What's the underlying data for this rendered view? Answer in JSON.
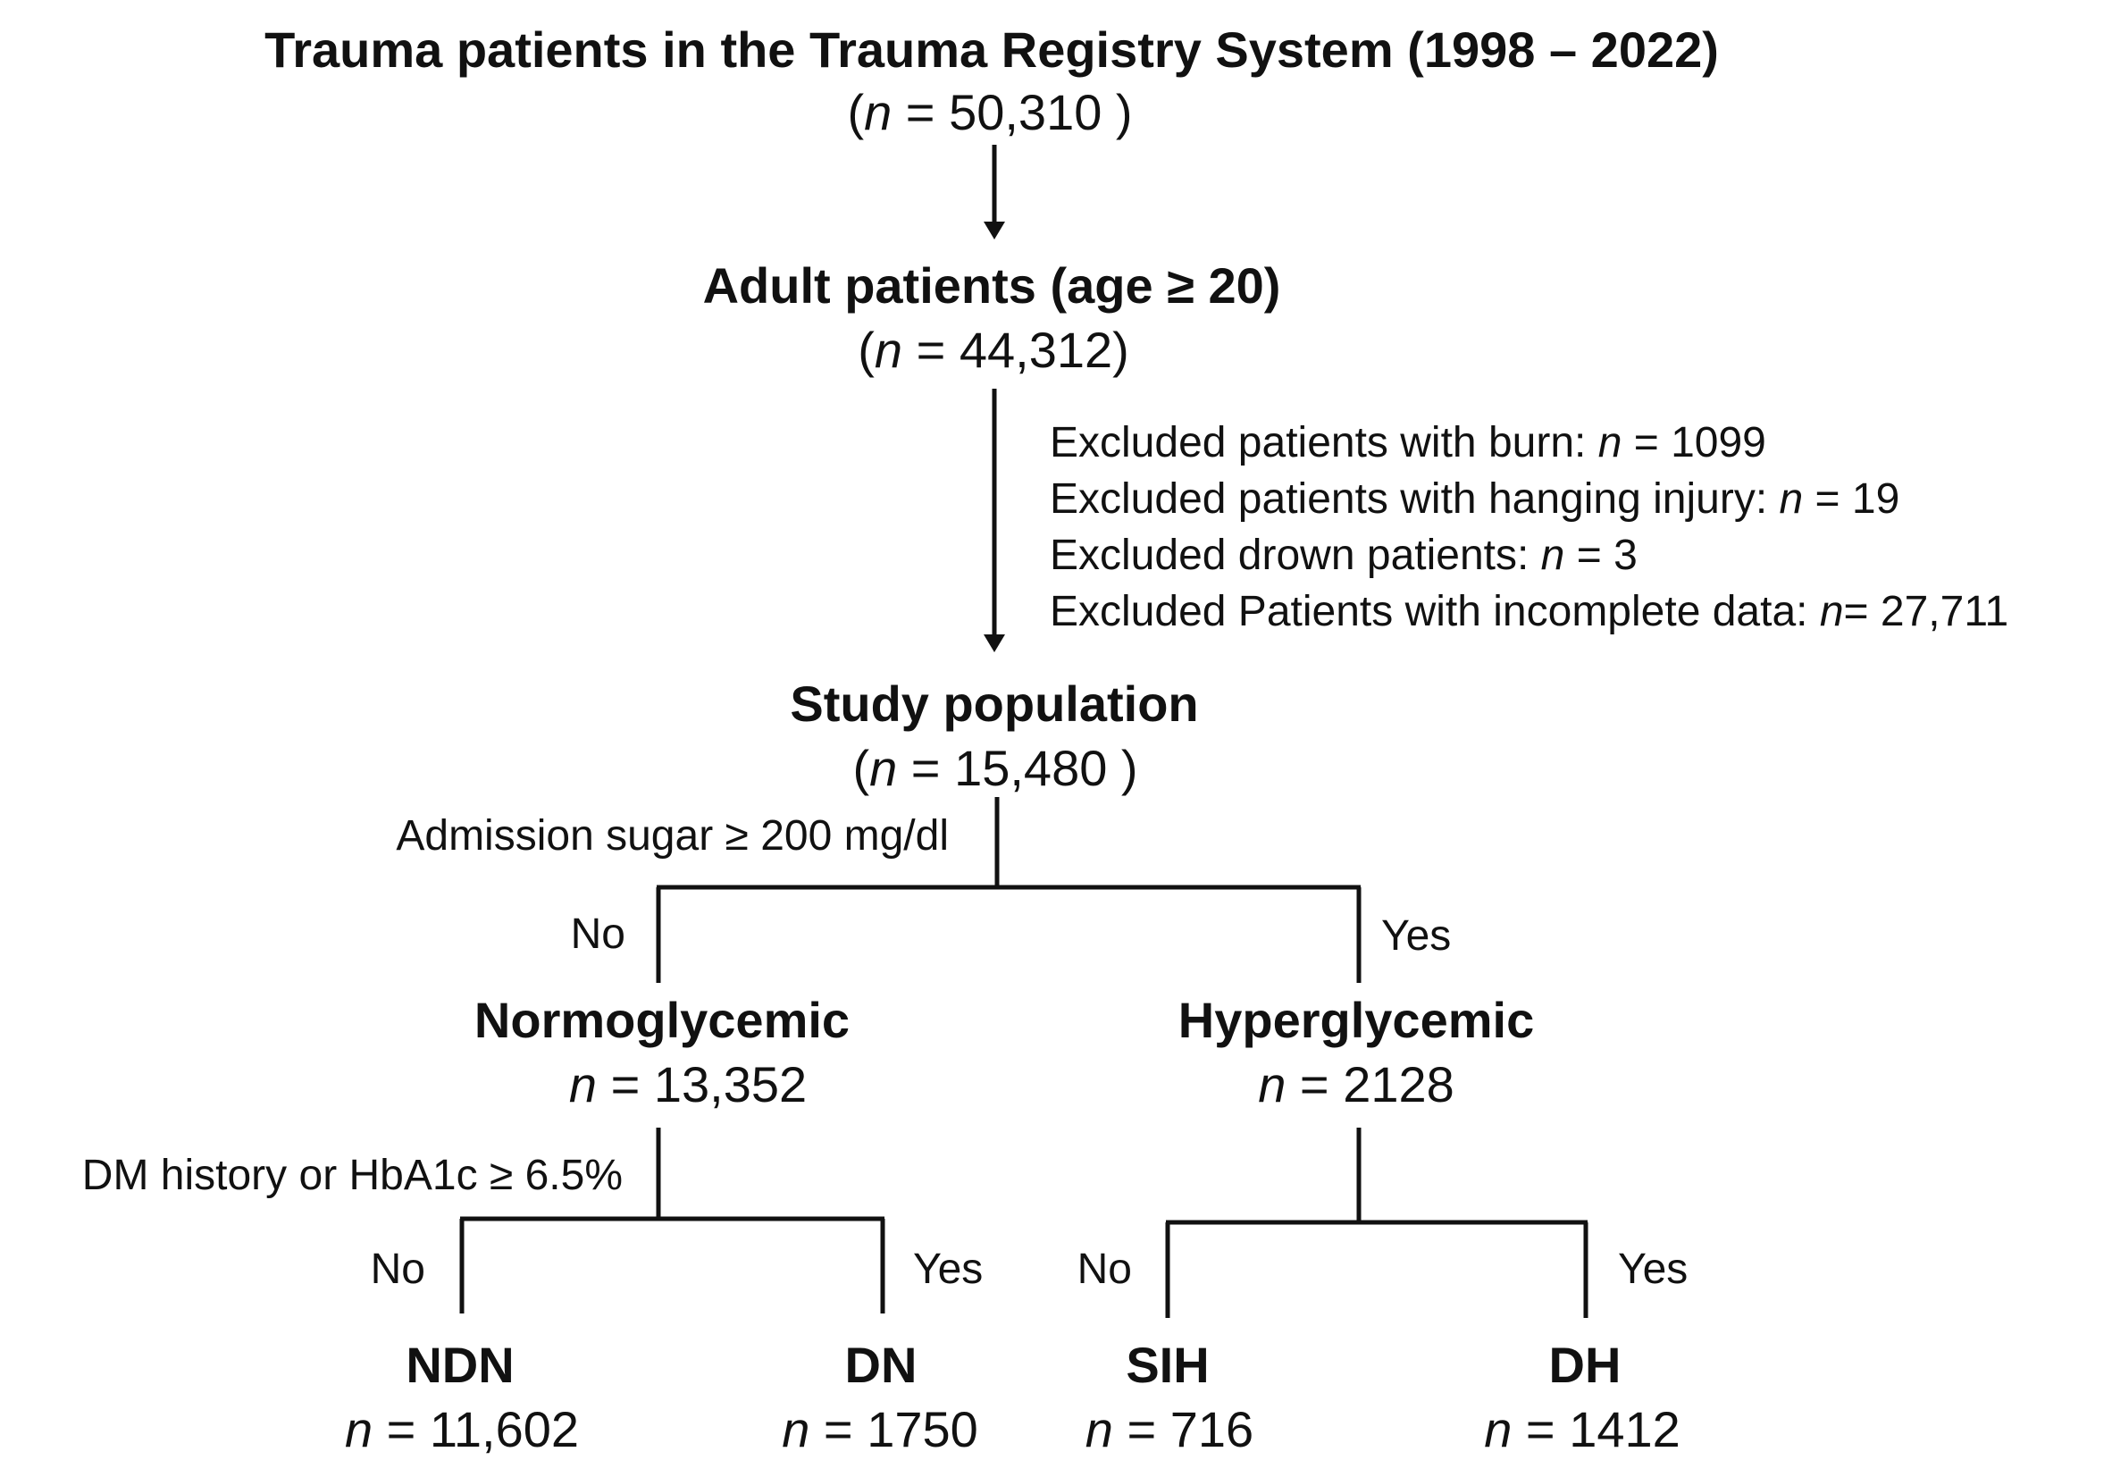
{
  "root": {
    "title": "Trauma patients in the Trauma Registry System (1998 – 2022)",
    "count_open": "(",
    "n": "n",
    "count_rest": " = 50,310 )"
  },
  "adult": {
    "title": "Adult patients (age ≥ 20)",
    "count_open": "(",
    "n": "n",
    "count_rest": " = 44,312)"
  },
  "exclusions": [
    {
      "text": "Excluded patients with burn: ",
      "n": "n",
      "value": " = 1099"
    },
    {
      "text": "Excluded patients with hanging injury: ",
      "n": "n",
      "value": " = 19"
    },
    {
      "text": "Excluded drown patients: ",
      "n": "n",
      "value": " = 3"
    },
    {
      "text": "Excluded Patients with incomplete data: ",
      "n": "n",
      "value": "= 27,711"
    }
  ],
  "study": {
    "title": "Study population",
    "count_open": "(",
    "n": "n",
    "count_rest": " = 15,480 )"
  },
  "split1": {
    "criterion": "Admission sugar ≥ 200 mg/dl",
    "no_label": "No",
    "yes_label": "Yes"
  },
  "normoglycemic": {
    "title": "Normoglycemic",
    "n": "n",
    "count_rest": " = 13,352"
  },
  "hyperglycemic": {
    "title": "Hyperglycemic",
    "n": "n",
    "count_rest": " = 2128"
  },
  "split2": {
    "criterion": "DM history or HbA1c ≥ 6.5%",
    "left_no": "No",
    "left_yes": "Yes",
    "right_no": "No",
    "right_yes": "Yes"
  },
  "ndn": {
    "title": "NDN",
    "n": "n",
    "count_rest": " = 11,602"
  },
  "dn": {
    "title": "DN",
    "n": "n",
    "count_rest": " = 1750"
  },
  "sih": {
    "title": "SIH",
    "n": "n",
    "count_rest": " = 716"
  },
  "dh": {
    "title": "DH",
    "n": "n",
    "count_rest": " = 1412"
  }
}
